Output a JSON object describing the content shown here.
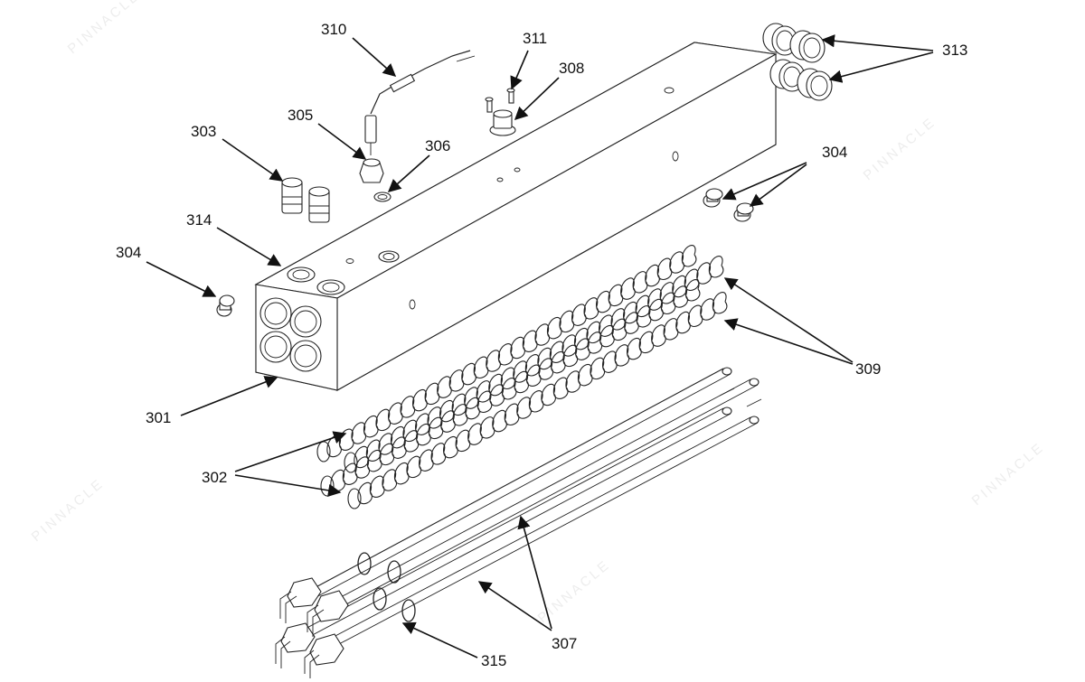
{
  "watermark": {
    "text": "PINNACLE"
  },
  "callouts": [
    {
      "id": "callout-310",
      "text": "310"
    },
    {
      "id": "callout-311",
      "text": "311"
    },
    {
      "id": "callout-308",
      "text": "308"
    },
    {
      "id": "callout-313",
      "text": "313"
    },
    {
      "id": "callout-305",
      "text": "305"
    },
    {
      "id": "callout-306",
      "text": "306"
    },
    {
      "id": "callout-303",
      "text": "303"
    },
    {
      "id": "callout-304-right",
      "text": "304"
    },
    {
      "id": "callout-314",
      "text": "314"
    },
    {
      "id": "callout-304-left",
      "text": "304"
    },
    {
      "id": "callout-309",
      "text": "309"
    },
    {
      "id": "callout-301",
      "text": "301"
    },
    {
      "id": "callout-302",
      "text": "302"
    },
    {
      "id": "callout-307",
      "text": "307"
    },
    {
      "id": "callout-315",
      "text": "315"
    }
  ]
}
